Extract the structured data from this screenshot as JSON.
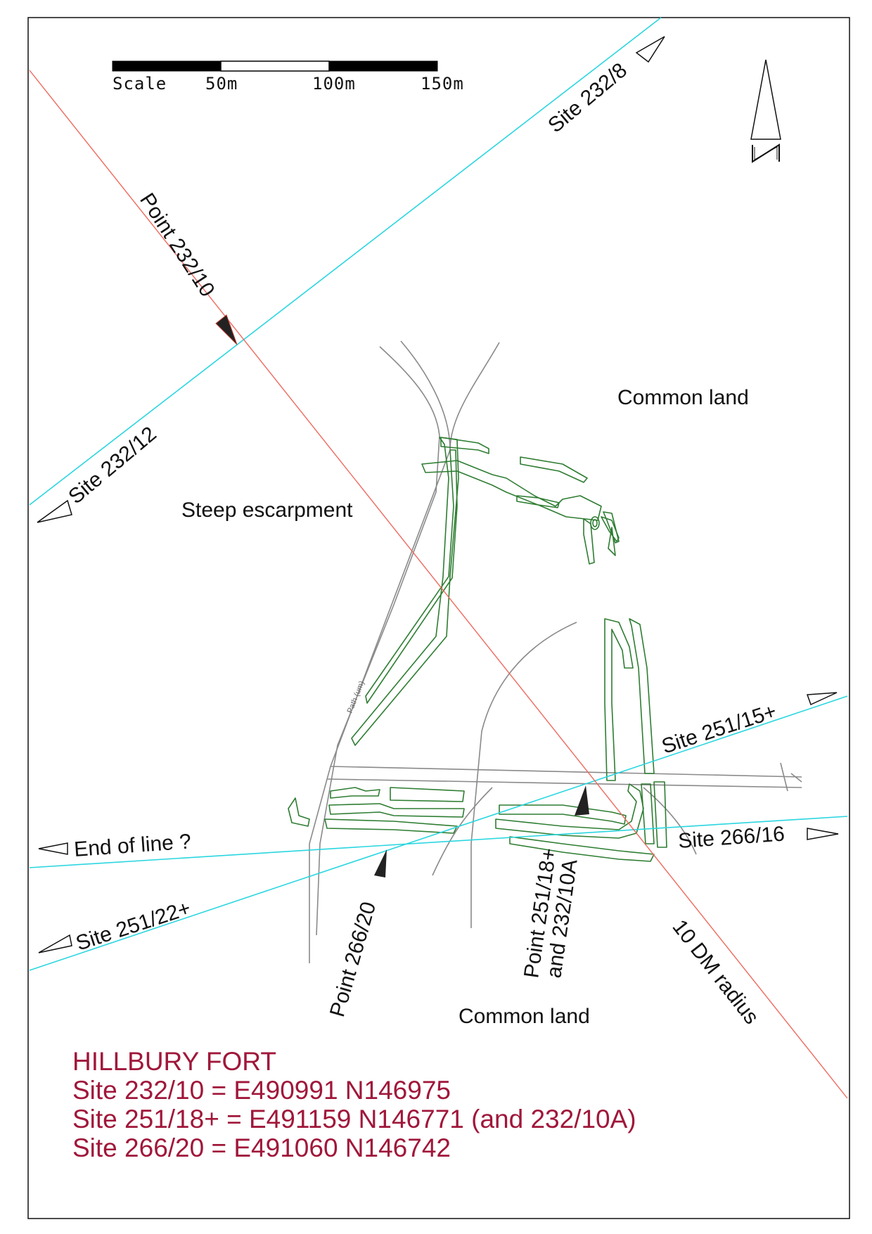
{
  "scale": {
    "label": "Scale",
    "ticks": [
      "50m",
      "100m",
      "150m"
    ]
  },
  "north_arrow": {
    "label": "N"
  },
  "labels": {
    "common_land_north": "Common land",
    "common_land_south": "Common land",
    "steep_escarpment": "Steep escarpment",
    "path": "Path (um)",
    "dm_radius": "10 DM radius"
  },
  "alignments": {
    "site_232_8": "Site 232/8",
    "site_232_12": "Site 232/12",
    "site_251_15": "Site 251/15+",
    "site_266_16": "Site 266/16",
    "end_of_line": "End of line ?",
    "site_251_22": "Site 251/22+"
  },
  "points": {
    "point_232_10": "Point 232/10",
    "point_266_20": "Point 266/20",
    "point_251_18_line1": "Point 251/18+",
    "point_251_18_line2": "and 232/10A"
  },
  "legend": {
    "title": "HILLBURY FORT",
    "lines": [
      "Site 232/10 = E490991 N146975",
      "Site 251/18+ = E491159 N146771 (and 232/10A)",
      "Site 266/20 = E491060 N146742"
    ]
  },
  "colors": {
    "alignment_line": "#2ad6e0",
    "radius_line": "#ee6a5f",
    "earthwork": "#2e7d32",
    "track": "#8a8a8a",
    "legend_text": "#a0173a"
  }
}
